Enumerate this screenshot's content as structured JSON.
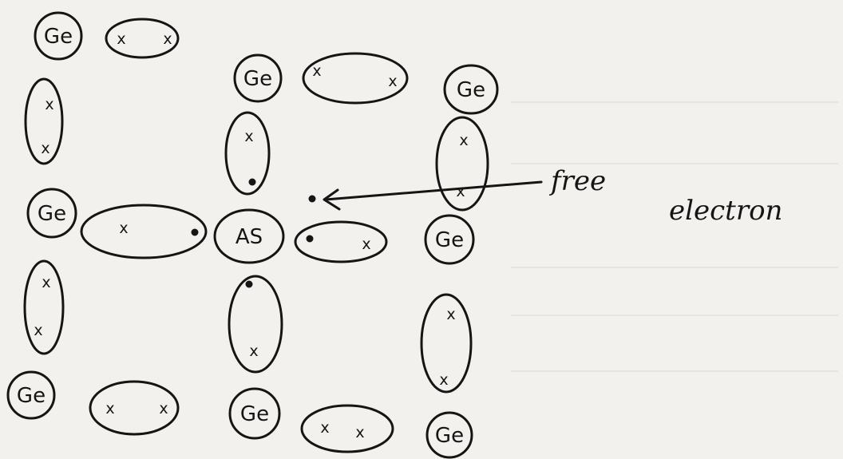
{
  "atom_labels": {
    "ge": "Ge",
    "as": "AS"
  },
  "electron_marks": {
    "donor_electron": "x"
  },
  "annotation": {
    "line1": "free",
    "line2": "electron"
  },
  "colors": {
    "ink": "#151515",
    "paper": "#f3f1ee"
  }
}
